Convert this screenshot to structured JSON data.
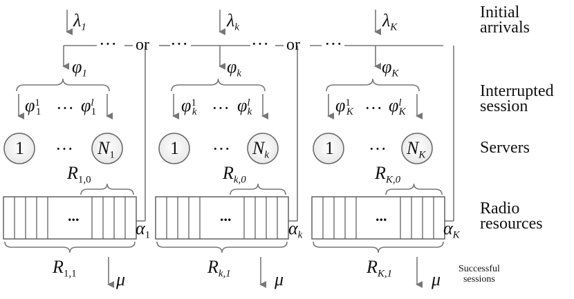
{
  "labels": {
    "initial_arrivals": [
      "Initial",
      "arrivals"
    ],
    "interrupted_session": [
      "Interrupted",
      "session"
    ],
    "servers": "Servers",
    "radio_resources": [
      "Radio",
      "resources"
    ],
    "successful_sessions": [
      "Successful",
      "sessions"
    ]
  },
  "connectors": {
    "or": "or",
    "dots": "···"
  },
  "groups": [
    {
      "index": "1",
      "lambda": "λ",
      "phi": "φ",
      "phi_sup": "1",
      "phi_sup_l": "l",
      "server_one": "1",
      "server_N": "N",
      "dots": "···",
      "R0": "R",
      "R0_sub": "1,0",
      "R1": "R",
      "R1_sub": "1,1",
      "alpha": "α",
      "alpha_sub": "1",
      "mu": "μ",
      "cells_dots": "..."
    },
    {
      "index": "k",
      "lambda": "λ",
      "phi": "φ",
      "phi_sup": "1",
      "phi_sup_l": "l",
      "server_one": "1",
      "server_N": "N",
      "dots": "···",
      "R0": "R",
      "R0_sub": "k,0",
      "R1": "R",
      "R1_sub": "k,1",
      "alpha": "α",
      "alpha_sub": "k",
      "mu": "μ",
      "cells_dots": "..."
    },
    {
      "index": "K",
      "lambda": "λ",
      "phi": "φ",
      "phi_sup": "1",
      "phi_sup_l": "l",
      "server_one": "1",
      "server_N": "N",
      "dots": "···",
      "R0": "R",
      "R0_sub": "K,0",
      "R1": "R",
      "R1_sub": "K,1",
      "alpha": "α",
      "alpha_sub": "K",
      "mu": "μ",
      "cells_dots": "..."
    }
  ]
}
